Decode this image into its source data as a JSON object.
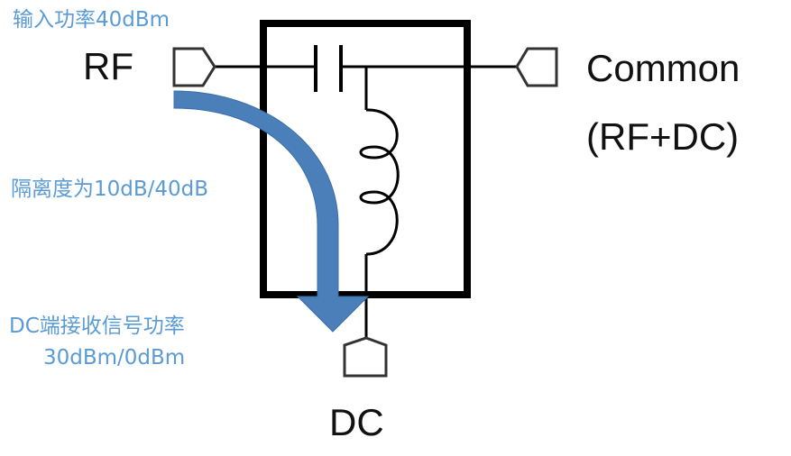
{
  "colors": {
    "annotation": "#5b9bd5",
    "arrow": "#4a7fba",
    "wire": "#000000"
  },
  "labels": {
    "input_power": "输入功率40dBm",
    "rf_port": "RF",
    "common_line1": "Common",
    "common_line2": "(RF+DC)",
    "isolation": "隔离度为10dB/40dB",
    "dc_received_line1": "DC端接收信号功率",
    "dc_received_line2": "30dBm/0dBm",
    "dc_port": "DC"
  },
  "components": [
    "capacitor",
    "inductor"
  ],
  "ports": [
    "RF",
    "Common (RF+DC)",
    "DC"
  ]
}
